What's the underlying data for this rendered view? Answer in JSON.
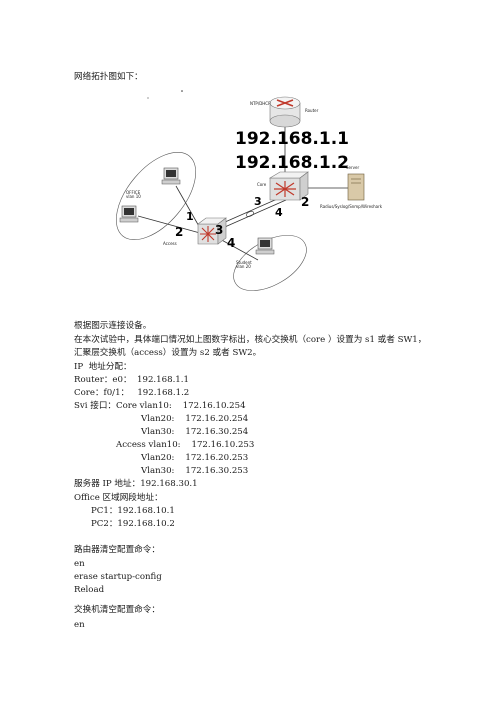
{
  "heading": "网络拓扑图如下：",
  "diagram": {
    "router_label": "Router",
    "router_tag": "NTP/DHCP",
    "core_label": "Core",
    "access_label": "Access",
    "server_label": "Server",
    "server_services": "Radius/Syslog/Snmp/Wireshark",
    "office_label": "OFFICE",
    "office_vlan": "vlan 10",
    "student_label": "Student",
    "student_vlan": "vlan 20",
    "handwritten_ip_router": "192.168.1.1",
    "handwritten_ip_core": "192.168.1.2",
    "port_numbers": [
      "1",
      "2",
      "3",
      "4",
      "2",
      "3",
      "4"
    ]
  },
  "lines": [
    "根据图示连接设备。",
    "在本次试验中，具体端口情况如上图数字标出，核心交换机（core ）设置为 s1 或者 SW1，",
    "汇聚层交换机（access）设置为 s2 或者 SW2。",
    "IP  地址分配：",
    "Router：e0：  192.168.1.1",
    "Core：f0/1：   192.168.1.2",
    "Svi 接口：Core vlan10:    172.16.10.254",
    "Vlan20:    172.16.20.254",
    "Vlan30:    172.16.30.254",
    "Access vlan10:    172.16.10.253",
    "Vlan20:    172.16.20.253",
    "Vlan30:    172.16.30.253",
    "服务器 IP 地址：192.168.30.1",
    "Office 区域网段地址：",
    "PC1：192.168.10.1",
    "PC2：192.168.10.2",
    "路由器清空配置命令：",
    "en",
    "erase startup-config",
    "Reload",
    "交换机清空配置命令：",
    "en"
  ]
}
